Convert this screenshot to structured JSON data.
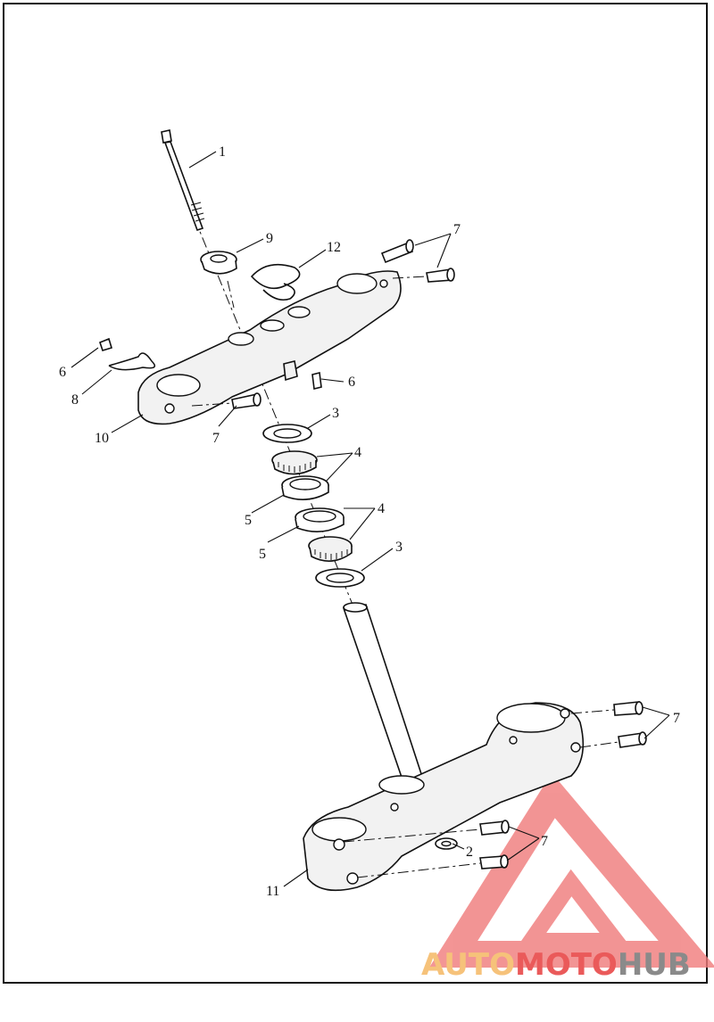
{
  "callouts": {
    "c1": "1",
    "c2": "2",
    "c3a": "3",
    "c3b": "3",
    "c4a": "4",
    "c4b": "4",
    "c5a": "5",
    "c5b": "5",
    "c6a": "6",
    "c6b": "6",
    "c7a": "7",
    "c7b": "7",
    "c7c": "7",
    "c7d": "7",
    "c8": "8",
    "c9": "9",
    "c10": "10",
    "c11": "11",
    "c12": "12"
  },
  "watermark": {
    "part1": "AUTO",
    "part2": "MOTO",
    "part3": "HUB",
    "color_light": "#f6c27a",
    "color_red": "#ea5a5a",
    "color_gray": "#8a8a8a",
    "triangle_color": "#f07a7a"
  }
}
